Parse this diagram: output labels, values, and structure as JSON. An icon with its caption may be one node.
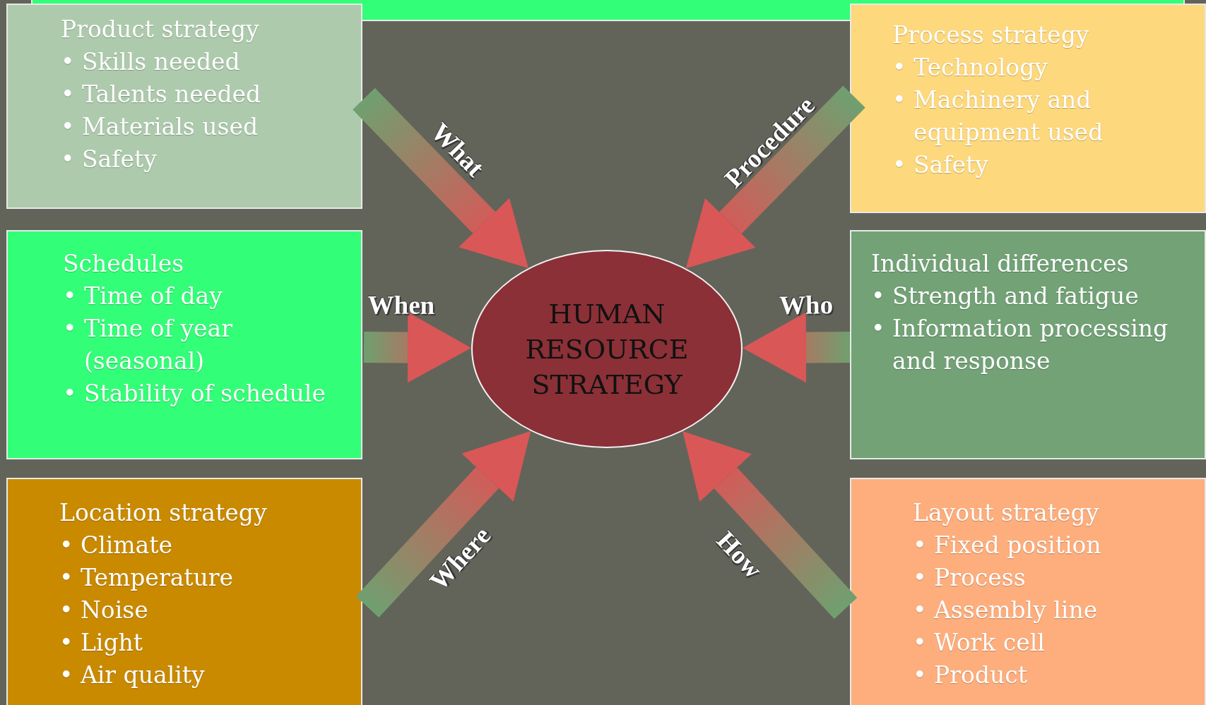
{
  "diagram": {
    "nodes": [
      {
        "text": [],
        "shape": "bar"
      },
      {
        "text": [
          "Product strategy",
          "• Skills needed",
          "• Talents needed",
          "• Materials used",
          "• Safety"
        ]
      },
      {
        "text": [
          "Process strategy",
          "• Technology",
          "• Machinery and equipment used",
          "• Safety"
        ]
      },
      {
        "text": [
          "Schedules",
          "• Time of day",
          "• Time of year (seasonal)",
          "• Stability of schedule"
        ]
      },
      {
        "text": [
          "HUMAN RESOURCE STRATEGY"
        ]
      },
      {
        "text": [
          "Individual differences",
          "• Strength and fatigue",
          "• Information processing and response"
        ]
      },
      {
        "text": [
          "Location strategy",
          "• Climate",
          "• Temperature",
          "• Noise",
          "• Light",
          "• Air quality"
        ]
      },
      {
        "text": [
          "Layout strategy",
          "• Fixed position",
          "• Process",
          "• Assembly line",
          "• Work cell",
          "• Product"
        ]
      }
    ],
    "edges": [
      {
        "from": 1,
        "to": 4,
        "arrow": "to",
        "label": "What",
        "style": "thick"
      },
      {
        "from": 2,
        "to": 4,
        "arrow": "to",
        "label": "Procedure",
        "style": "thick"
      },
      {
        "from": 3,
        "to": 4,
        "arrow": "to",
        "label": "When",
        "style": "thick"
      },
      {
        "from": 5,
        "to": 4,
        "arrow": "to",
        "label": "Who",
        "style": "thick"
      },
      {
        "from": 6,
        "to": 4,
        "arrow": "to",
        "label": "Where",
        "style": "thick"
      },
      {
        "from": 7,
        "to": 4,
        "arrow": "to",
        "label": "How",
        "style": "thick"
      }
    ]
  }
}
